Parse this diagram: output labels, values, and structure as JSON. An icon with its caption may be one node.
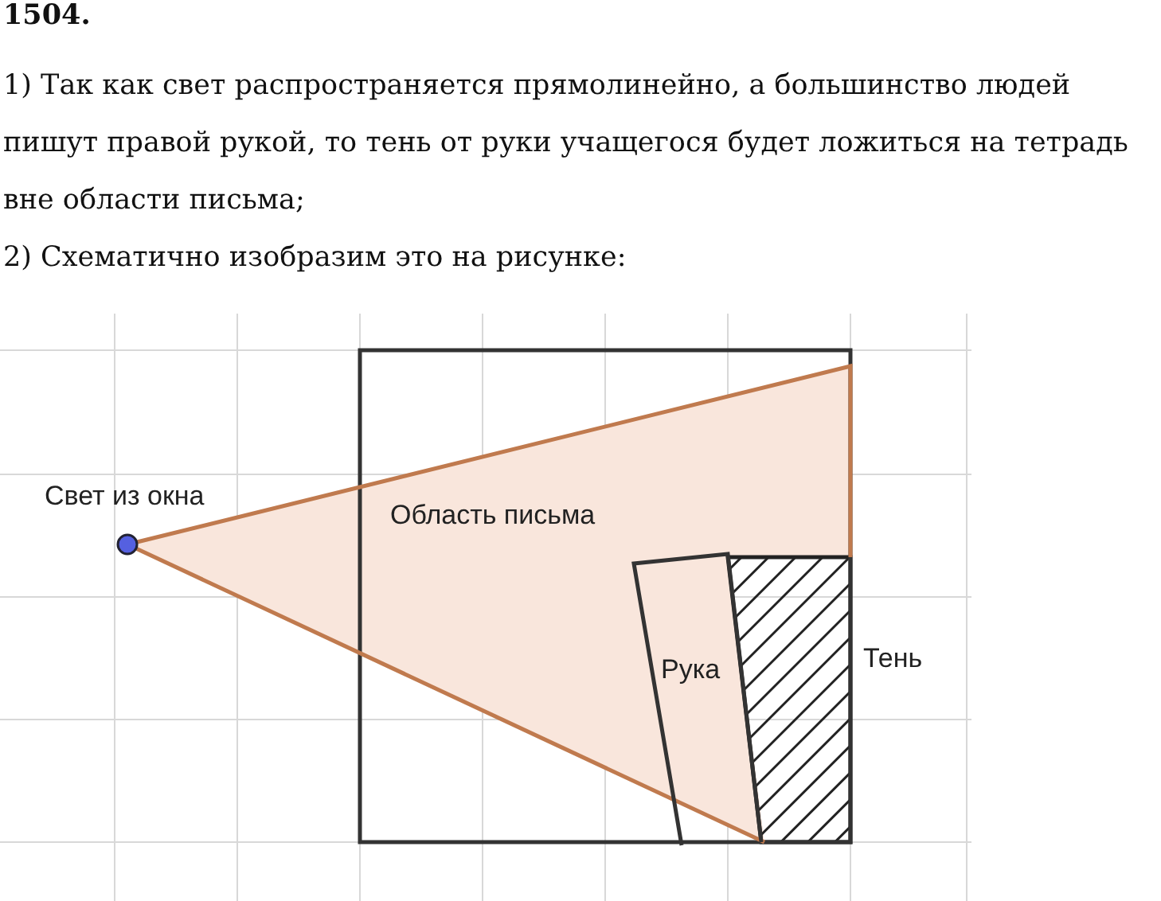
{
  "diagram": {
    "title": "1504.",
    "labels": [
      "1) Так как свет распространяется прямолинейно, а большинство людей пишут правой рукой, то тень от руки учащегося будет ложиться на тетрадь вне области письма;",
      "2) Схематично изобразим это на рисунке:",
      "Свет из окна",
      "Область письма",
      "Рука",
      "Тень"
    ]
  }
}
